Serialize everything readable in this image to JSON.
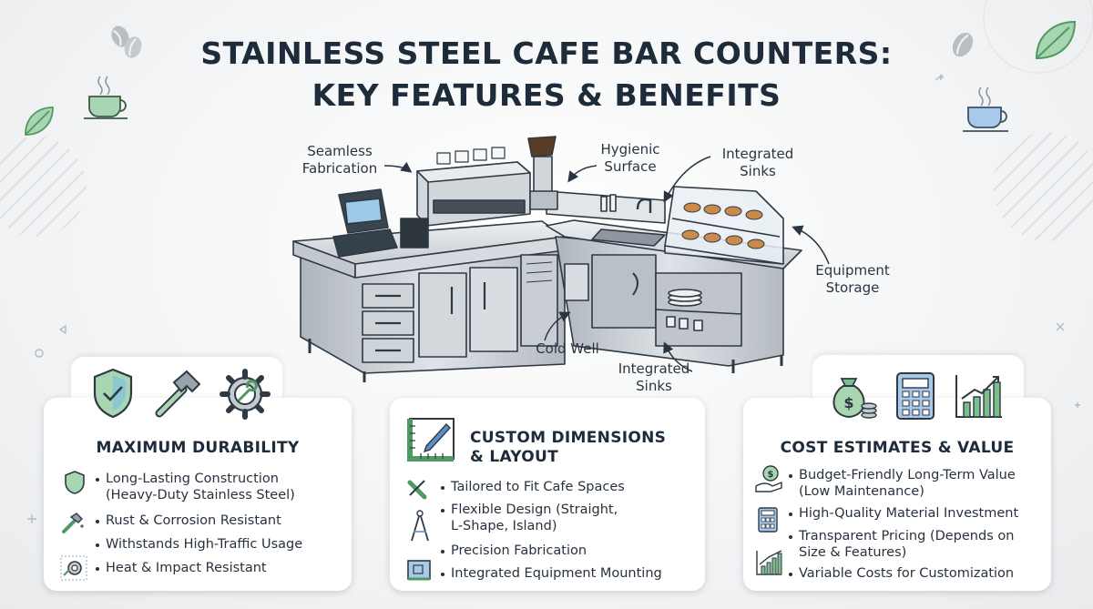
{
  "title": {
    "line1": "STAINLESS STEEL CAFE BAR COUNTERS:",
    "line2": "KEY FEATURES & BENEFITS"
  },
  "callouts": [
    {
      "id": "seamless",
      "text": "Seamless\nFabrication"
    },
    {
      "id": "hygienic",
      "text": "Hygienic\nSurface"
    },
    {
      "id": "sinks_top",
      "text": "Integrated\nSinks"
    },
    {
      "id": "storage",
      "text": "Equipment\nStorage"
    },
    {
      "id": "cold_well",
      "text": "Cold Well"
    },
    {
      "id": "sinks_bottom",
      "text": "Integrated\nSinks"
    }
  ],
  "cards": {
    "durability": {
      "title": "MAXIMUM DURABILITY",
      "header_icons": [
        "shield-check-icon",
        "hammer-icon",
        "gear-wrench-icon"
      ],
      "features": [
        {
          "icon": "shield-icon",
          "text": "Long-Lasting Construction\n(Heavy-Duty Stainless Steel)"
        },
        {
          "icon": "hammer-icon",
          "text": "Rust & Corrosion Resistant"
        },
        {
          "icon": "none",
          "text": "Withstands High-Traffic Usage"
        },
        {
          "icon": "gear-icon",
          "text": "Heat & Impact Resistant"
        }
      ]
    },
    "custom": {
      "title": "CUSTOM DIMENSIONS\n& LAYOUT",
      "header_icons": [
        "blueprint-ruler-icon"
      ],
      "features": [
        {
          "icon": "ruler-cross-icon",
          "text": "Tailored to Fit Cafe Spaces"
        },
        {
          "icon": "compass-icon",
          "text": "Flexible Design (Straight,\nL-Shape, Island)"
        },
        {
          "icon": "none",
          "text": "Precision Fabrication"
        },
        {
          "icon": "blueprint-icon",
          "text": "Integrated Equipment Mounting"
        }
      ]
    },
    "cost": {
      "title": "COST ESTIMATES & VALUE",
      "header_icons": [
        "money-bag-icon",
        "calculator-icon",
        "growth-chart-icon"
      ],
      "features": [
        {
          "icon": "money-hand-icon",
          "text": "Budget-Friendly Long-Term Value\n(Low Maintenance)"
        },
        {
          "icon": "calculator-icon",
          "text": "High-Quality Material Investment"
        },
        {
          "icon": "none",
          "text": "Transparent Pricing (Depends on\nSize & Features)"
        },
        {
          "icon": "chart-icon",
          "text": "Variable Costs for Customization"
        }
      ]
    }
  },
  "colors": {
    "green": "#7bbf8a",
    "green_dark": "#4f9a62",
    "blue": "#5b8fc7",
    "ink": "#1d2b3a",
    "steel": "#c9ced4"
  }
}
